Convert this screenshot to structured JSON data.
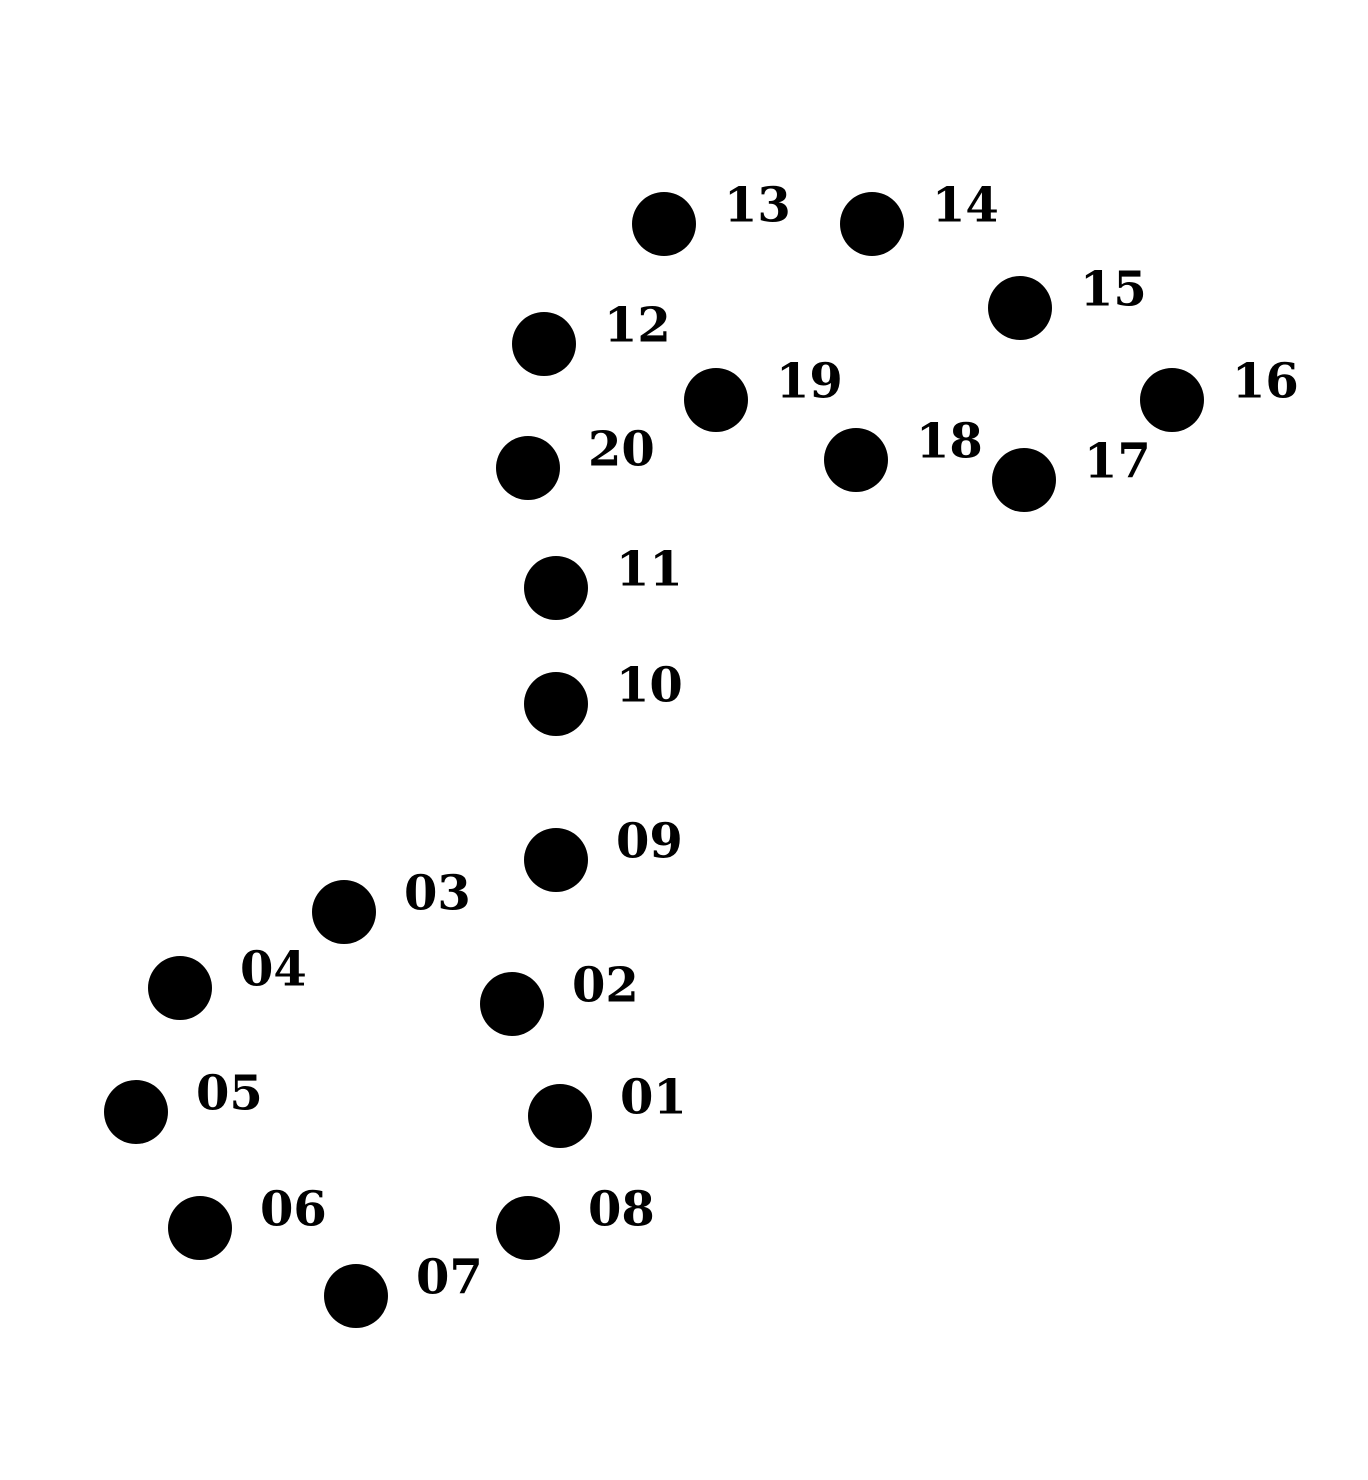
{
  "puzzle": {
    "dot_color": "#000000",
    "label_color": "#000000",
    "background_color": "#ffffff",
    "dots": [
      {
        "label": "01"
      },
      {
        "label": "02"
      },
      {
        "label": "03"
      },
      {
        "label": "04"
      },
      {
        "label": "05"
      },
      {
        "label": "06"
      },
      {
        "label": "07"
      },
      {
        "label": "08"
      },
      {
        "label": "09"
      },
      {
        "label": "10"
      },
      {
        "label": "11"
      },
      {
        "label": "12"
      },
      {
        "label": "13"
      },
      {
        "label": "14"
      },
      {
        "label": "15"
      },
      {
        "label": "16"
      },
      {
        "label": "17"
      },
      {
        "label": "18"
      },
      {
        "label": "19"
      },
      {
        "label": "20"
      }
    ]
  }
}
